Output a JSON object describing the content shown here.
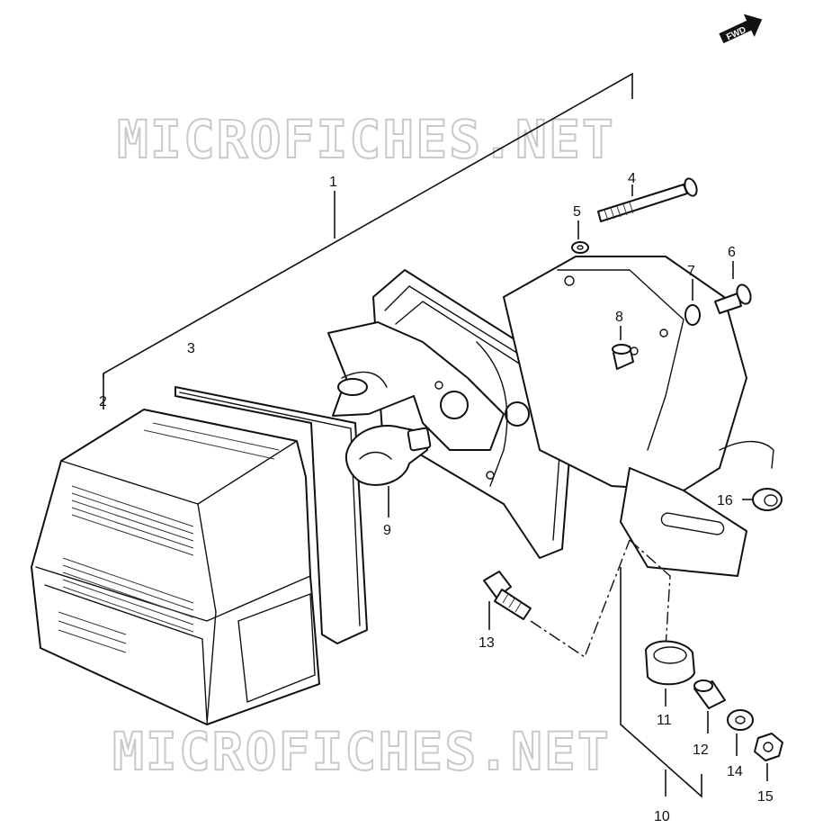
{
  "watermark": {
    "top": "MICROFICHES.NET",
    "bottom": "MICROFICHES.NET"
  },
  "fwd_badge": "FWD",
  "callouts": {
    "p1": "1",
    "p2": "2",
    "p3": "3",
    "p4": "4",
    "p5": "5",
    "p6": "6",
    "p7": "7",
    "p8": "8",
    "p9": "9",
    "p10": "10",
    "p11": "11",
    "p12": "12",
    "p13": "13",
    "p14": "14",
    "p15": "15",
    "p16": "16"
  }
}
